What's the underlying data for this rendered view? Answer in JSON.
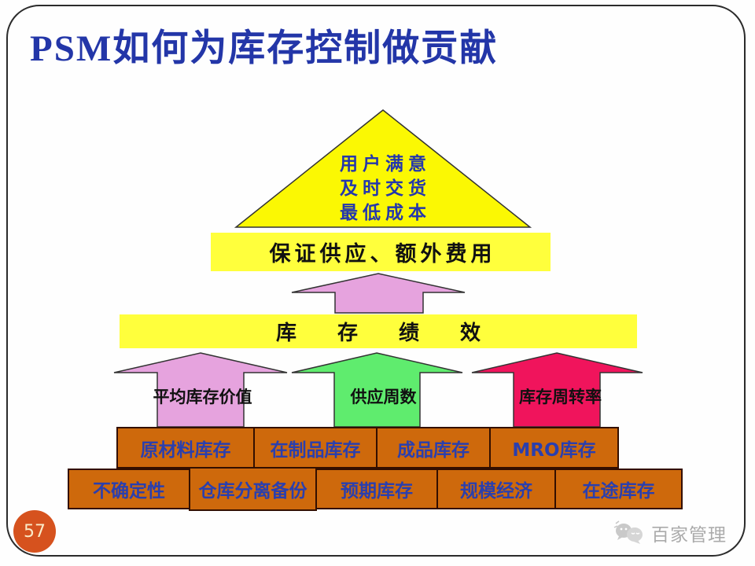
{
  "slide": {
    "title": "PSM如何为库存控制做贡献",
    "page_number": "57",
    "watermark_brand": "百家管理"
  },
  "colors": {
    "title_text": "#2336A8",
    "triangle_yellow": "#FBF803",
    "bar_yellow": "#FFFF3C",
    "plum_arrow": "#E6A3DE",
    "green_arrow": "#5FEC6E",
    "crimson_arrow": "#F0145C",
    "shape_outline": "#333333",
    "box_orange": "#CE690C",
    "box_text_blue": "#2A3FAE",
    "diagram_blue_text": "#2437AC",
    "page_circle_orange": "#D6521E",
    "page_number_text": "#FAEBC8",
    "watermark_gray": "#ABABAB"
  },
  "pyramid": {
    "apex_goals": [
      "用户满意",
      "及时交货",
      "最低成本"
    ],
    "supply_bar_label": "保证供应、额外费用",
    "performance_bar_label": "库　　存　　绩　　效",
    "measure_arrows": [
      "平均库存价值",
      "供应周数",
      "库存周转率"
    ],
    "inventory_types": [
      "原材料库存",
      "在制品库存",
      "成品库存",
      "MRO库存"
    ],
    "inventory_drivers": [
      "不确定性",
      "仓库分离备份",
      "预期库存",
      "规模经济",
      "在途库存"
    ]
  }
}
